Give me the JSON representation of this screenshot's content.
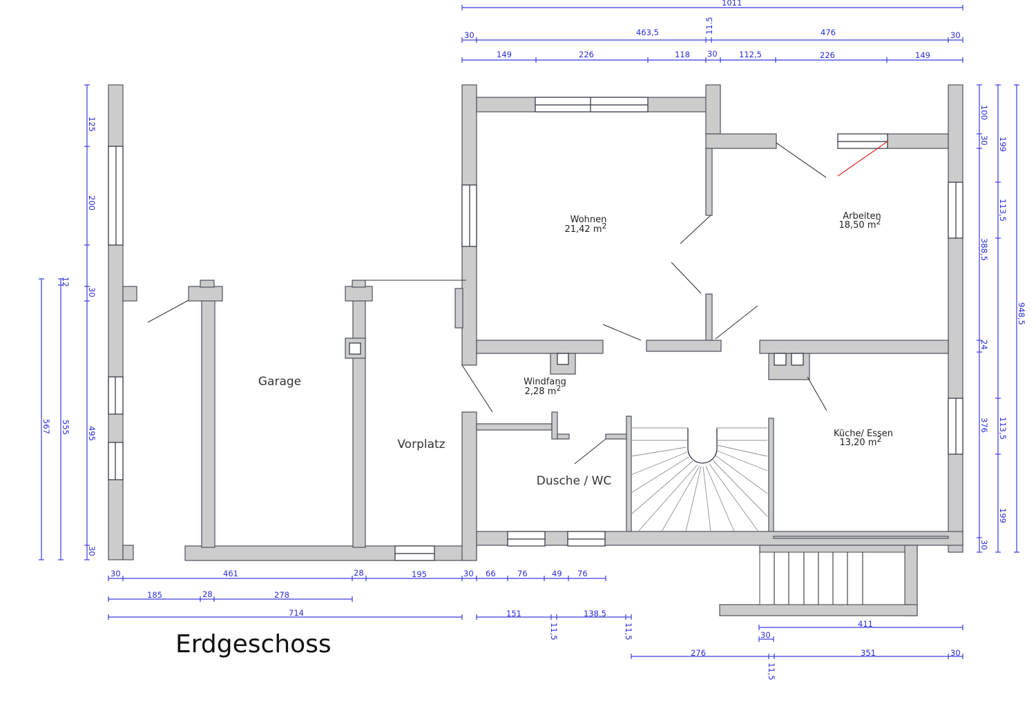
{
  "title": "Erdgeschoss",
  "rooms": {
    "wohnen": {
      "name": "Wohnen",
      "area": "21,42 m",
      "sup": "2"
    },
    "arbeiten": {
      "name": "Arbeiten",
      "area": "18,50 m",
      "sup": "2"
    },
    "windfang": {
      "name": "Windfang",
      "area": "2,28 m",
      "sup": "2"
    },
    "kueche": {
      "name": "Küche/ Essen",
      "area": "13,20 m",
      "sup": "2"
    },
    "dusche": {
      "name": "Dusche / WC"
    },
    "garage": {
      "name": "Garage"
    },
    "vorplatz": {
      "name": "Vorplatz"
    }
  },
  "dimensions": {
    "top_total": "1011",
    "top_row2": [
      "30",
      "463,5",
      "11.5",
      "476",
      "30"
    ],
    "top_row3": [
      "149",
      "226",
      "118",
      "30",
      "112,5",
      "226",
      "149"
    ],
    "right_inner": [
      "100",
      "30",
      "388,5",
      "24",
      "376",
      "30"
    ],
    "right_mid": [
      "199",
      "113,5",
      "113,5",
      "199"
    ],
    "right_total": "948,5",
    "left_inner": [
      "125",
      "200",
      "30",
      "495",
      "30"
    ],
    "left_mid": [
      "12",
      "555"
    ],
    "left_outer": "567",
    "bottom_row1": [
      "30",
      "461",
      "28",
      "195",
      "30",
      "66",
      "76",
      "49",
      "76"
    ],
    "bottom_row2": [
      "185",
      "28",
      "278"
    ],
    "bottom_row3_left": "714",
    "bottom_row3_mid": [
      "151",
      "11,5",
      "138,5",
      "11,5"
    ],
    "bottom_right": [
      "30",
      "411"
    ],
    "bottom_last": [
      "276",
      "11,5",
      "351",
      "30"
    ]
  },
  "colors": {
    "wall": "#cccccc",
    "dimension": "#2a2ad8",
    "highlight_door": "#e02020"
  }
}
